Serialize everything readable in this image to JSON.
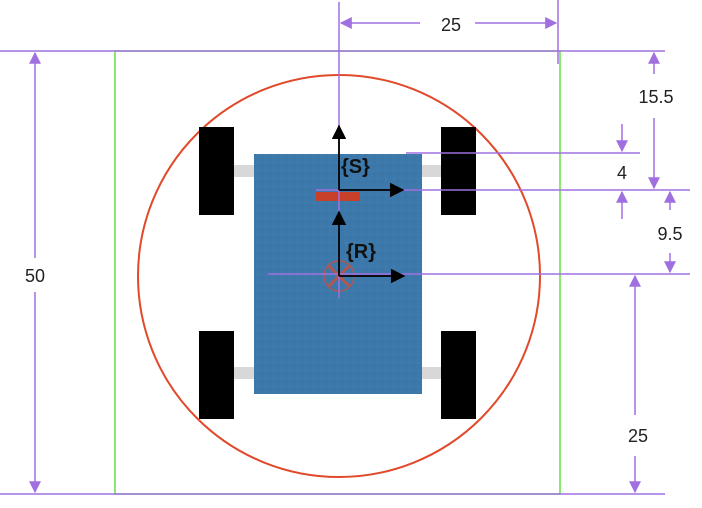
{
  "colors": {
    "dimension": "#a070e0",
    "bounding_box": "#66dd44",
    "circle": "#e04a2a",
    "chassis": "#3d78aa",
    "wheel": "#000000",
    "axle": "#d8d8d8",
    "sensor": "#c8402a",
    "axes": "#000000"
  },
  "frames": {
    "sensor": "{S}",
    "robot": "{R}"
  },
  "dimensions": {
    "top_width": "25",
    "overall_height": "50",
    "top_to_sensor_top": "15.5",
    "sensor_height": "4",
    "sensor_to_robot": "9.5",
    "robot_to_bottom": "25"
  }
}
